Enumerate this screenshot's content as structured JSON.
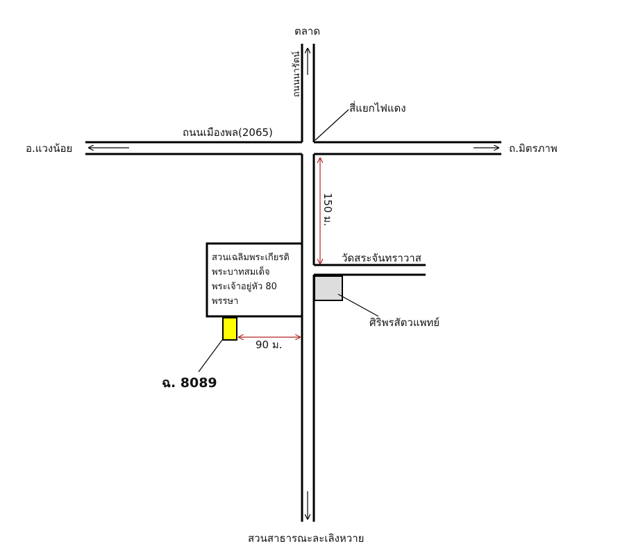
{
  "labels": {
    "north_destination": "ตลาด",
    "north_road_name": "ถนนนารัตน์",
    "main_road_name": "ถนนเมืองพล(2065)",
    "traffic_light": "สี่แยกไฟแดง",
    "west_destination": "อ.แวงน้อย",
    "east_destination": "ถ.มิตรภาพ",
    "distance_north": "150 ม.",
    "temple": "วัดสระจันทราวาส",
    "park_lines": [
      "สวนเฉลิมพระเกียรติ",
      "พระบาทสมเด็จ",
      "พระเจ้าอยู่หัว 80",
      "พรรษา"
    ],
    "clinic": "ศิริพรสัตวแพทย์",
    "distance_lot": "90 ม.",
    "lot_code": "ฉ. 8089",
    "south_destination": "สวนสาธารณะละเลิงหวาย"
  },
  "colors": {
    "road": "#000000",
    "measure": "#b22222",
    "target_lot": "#ffff00",
    "clinic_building": "#dddddd"
  }
}
